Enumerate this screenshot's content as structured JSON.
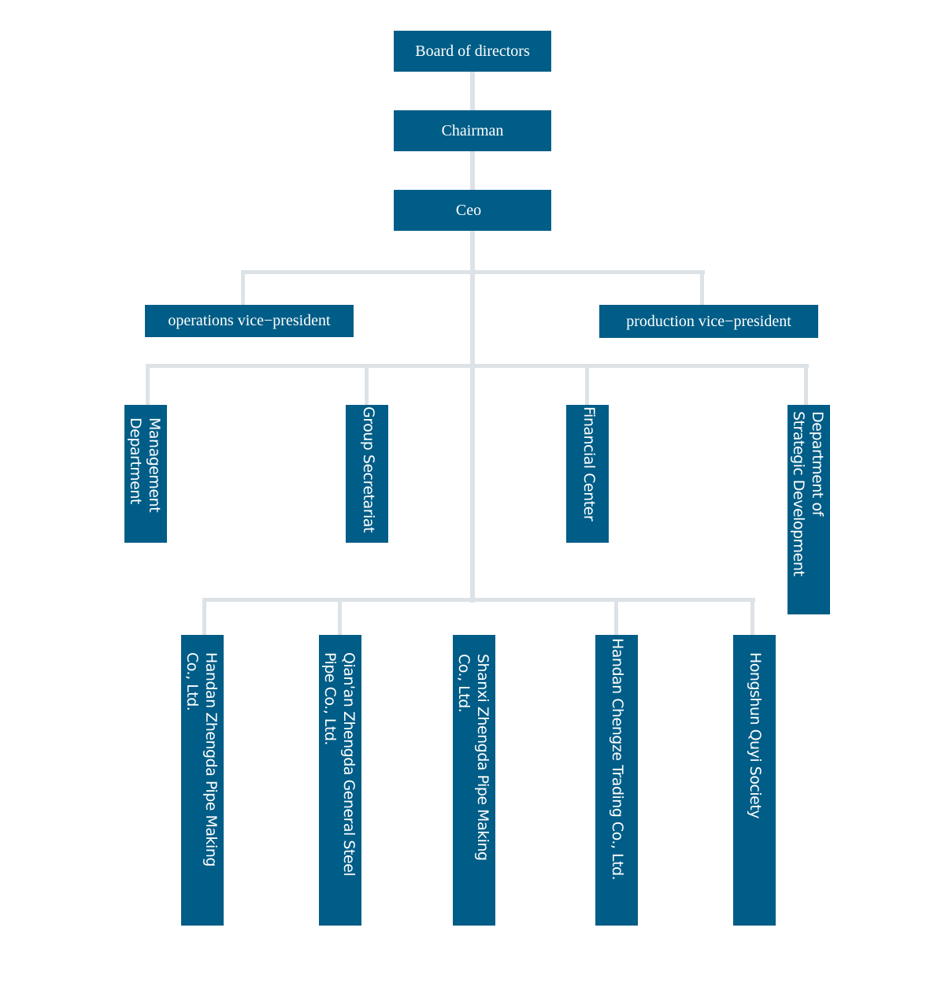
{
  "colors": {
    "box": "#005d87",
    "connector": "#dde2e6",
    "text": "#ffffff"
  },
  "top_chain": [
    "Board of directors",
    "Chairman",
    "Ceo"
  ],
  "vice_presidents": [
    "operations vice−president",
    "production vice−president"
  ],
  "departments": [
    "Management\nDepartment",
    "Group Secretariat",
    "Financial Center",
    "Department of\nStrategic Development"
  ],
  "subsidiaries": [
    "Handan Zhengda Pipe Making\nCo., Ltd.",
    "Qian'an Zhengda General Steel\nPipe Co., Ltd.",
    "Shanxi Zhengda Pipe Making\nCo., Ltd.",
    "Handan Chengze Trading Co., Ltd.",
    "Hongshun Quyi Society"
  ]
}
